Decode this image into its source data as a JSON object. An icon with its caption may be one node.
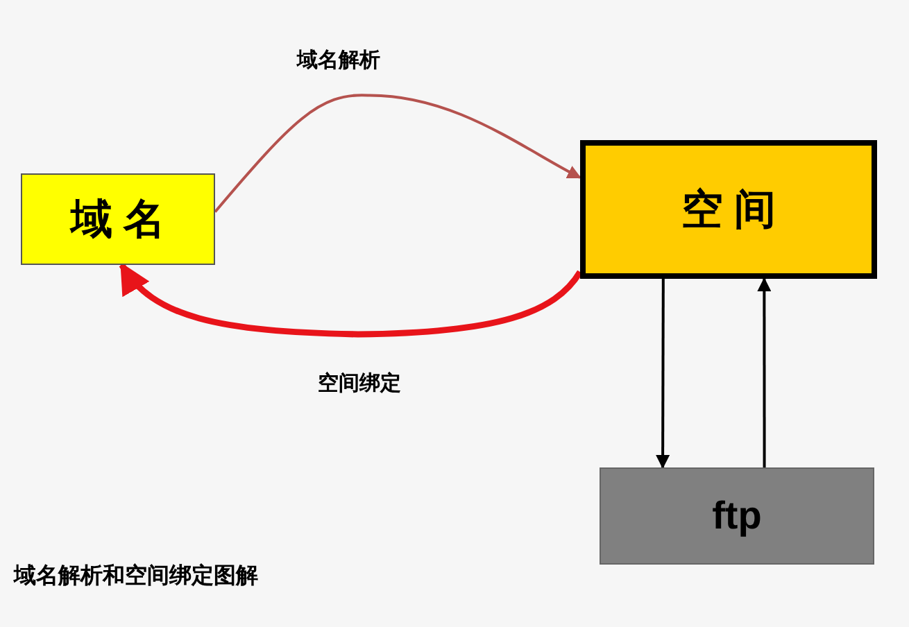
{
  "diagram": {
    "caption": "域名解析和空间绑定图解",
    "nodes": [
      {
        "text": [
          "域 名"
        ]
      },
      {
        "text": [
          "空 间"
        ]
      },
      {
        "text": [
          "ftp"
        ]
      }
    ],
    "edges": [
      {
        "from": 0,
        "to": 1,
        "arrow": "to",
        "label": "域名解析",
        "color": "#b5524e"
      },
      {
        "from": 1,
        "to": 0,
        "arrow": "to",
        "label": "空间绑定",
        "color": "#e8141a",
        "style": "thick"
      },
      {
        "from": 1,
        "to": 2,
        "arrow": "to"
      },
      {
        "from": 2,
        "to": 1,
        "arrow": "to"
      }
    ]
  }
}
